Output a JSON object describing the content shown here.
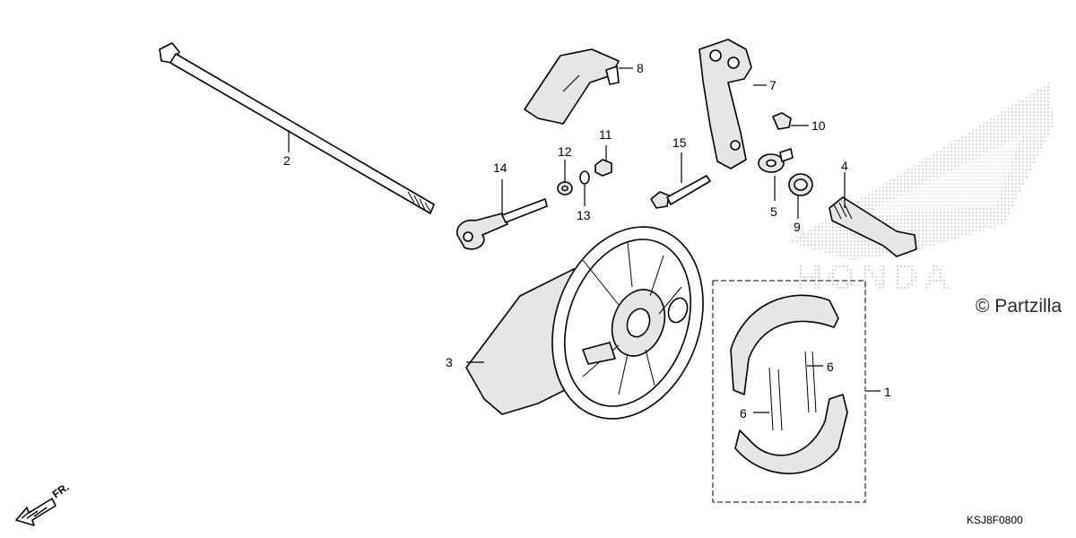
{
  "diagram": {
    "callouts": [
      {
        "id": "c1",
        "text": "1"
      },
      {
        "id": "c2",
        "text": "2"
      },
      {
        "id": "c3",
        "text": "3"
      },
      {
        "id": "c4",
        "text": "4"
      },
      {
        "id": "c5",
        "text": "5"
      },
      {
        "id": "c6a",
        "text": "6"
      },
      {
        "id": "c6b",
        "text": "6"
      },
      {
        "id": "c7",
        "text": "7"
      },
      {
        "id": "c8",
        "text": "8"
      },
      {
        "id": "c9",
        "text": "9"
      },
      {
        "id": "c10",
        "text": "10"
      },
      {
        "id": "c11",
        "text": "11"
      },
      {
        "id": "c12",
        "text": "12"
      },
      {
        "id": "c13",
        "text": "13"
      },
      {
        "id": "c14",
        "text": "14"
      },
      {
        "id": "c15",
        "text": "15"
      }
    ],
    "direction_label": "FR.",
    "watermark": "© Partzilla",
    "brand_logo_text": "HONDA",
    "diagram_code": "KSJ8F0800"
  }
}
